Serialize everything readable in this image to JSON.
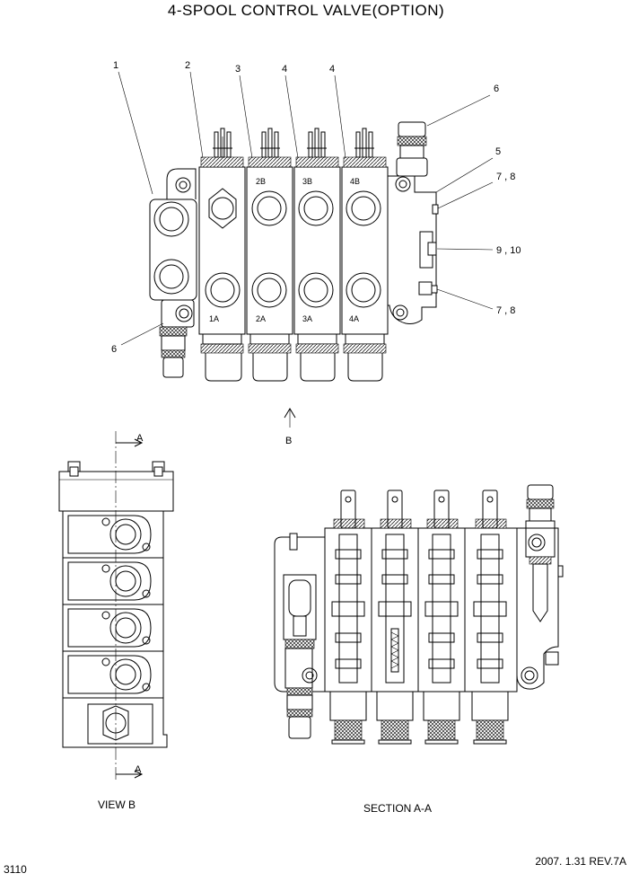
{
  "title": "4-SPOOL CONTROL VALVE(OPTION)",
  "page_number": "3110",
  "revision": "2007. 1.31  REV.7A",
  "captions": {
    "view_b": "VIEW B",
    "section_aa": "SECTION A-A"
  },
  "section_markers": {
    "a_top": "A",
    "a_bottom": "A",
    "b": "B"
  },
  "callouts": [
    "1",
    "2",
    "3",
    "4",
    "4",
    "6",
    "5",
    "7 , 8",
    "9 , 10",
    "7 , 8",
    "6"
  ],
  "port_labels": {
    "top": [
      "2B",
      "3B",
      "4B"
    ],
    "bottom": [
      "1A",
      "2A",
      "3A",
      "4A"
    ]
  }
}
